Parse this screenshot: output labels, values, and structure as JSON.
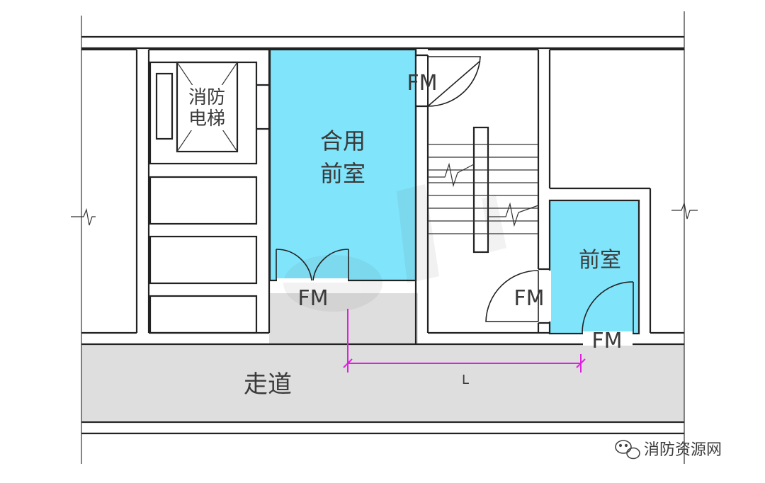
{
  "labels": {
    "elevator_line1": "消防",
    "elevator_line2": "电梯",
    "shared_lobby_line1": "合用",
    "shared_lobby_line2": "前室",
    "lobby": "前室",
    "corridor": "走道",
    "distance": "L",
    "fm_stair_top": "FM",
    "fm_shared_lobby": "FM",
    "fm_stair_bottom": "FM",
    "fm_lobby": "FM"
  },
  "watermark": {
    "text": "消防资源网"
  },
  "colors": {
    "lobby_fill": "#80e4fb",
    "corridor_fill": "#dedede",
    "dimension_line": "#e020e0",
    "wall": "#222222",
    "text": "#3a3a3a"
  },
  "icons": {
    "watermark_logo": "wechat-icon"
  }
}
